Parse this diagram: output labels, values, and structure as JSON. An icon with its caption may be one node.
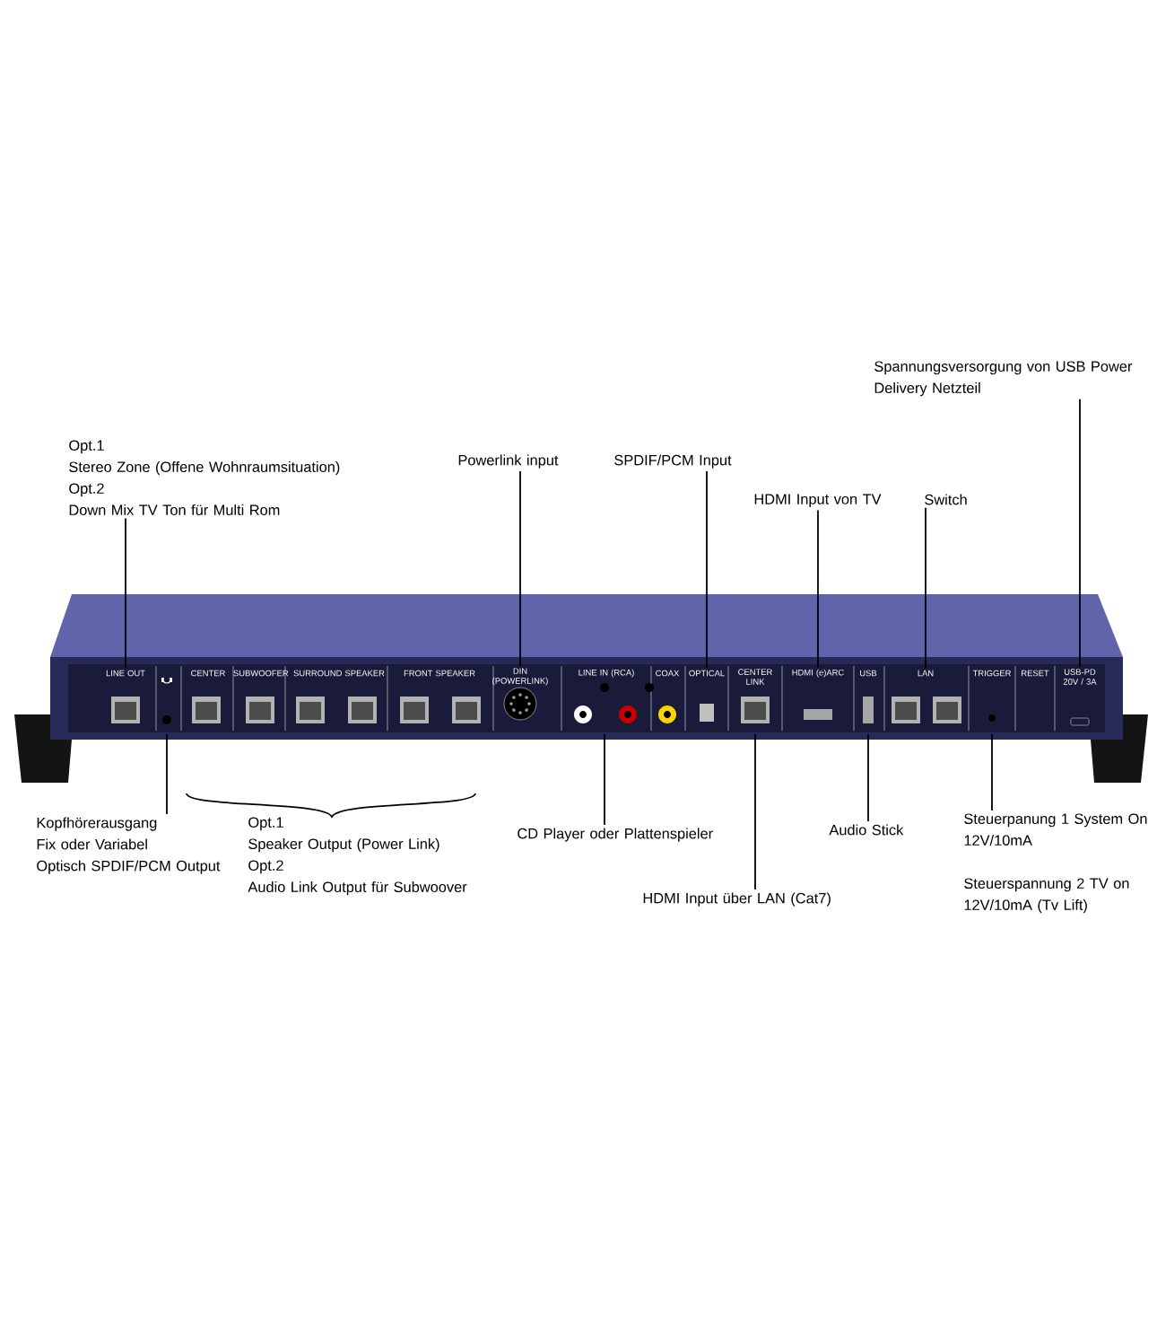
{
  "diagram": {
    "nodes": [
      {
        "text": [
          "Spannungsversorgung von USB Power Delivery Netzteil"
        ]
      },
      {
        "text": [
          "Opt.1",
          "Stereo Zone (Offene Wohnraumsituation)",
          "Opt.2",
          "Down Mix TV Ton für Multi Rom"
        ]
      },
      {
        "text": [
          "Powerlink input"
        ]
      },
      {
        "text": [
          "SPDIF/PCM Input"
        ]
      },
      {
        "text": [
          "HDMI Input von TV"
        ]
      },
      {
        "text": [
          "Switch"
        ]
      },
      {
        "text": [
          "Kopfhörerausgang",
          "Fix oder Variabel",
          "Optisch SPDIF/PCM Output"
        ]
      },
      {
        "text": [
          "Opt.1",
          "Speaker Output (Power Link)",
          "Opt.2",
          "Audio Link Output für Subwoover"
        ]
      },
      {
        "text": [
          "CD Player oder Plattenspieler"
        ]
      },
      {
        "text": [
          "Audio Stick"
        ]
      },
      {
        "text": [
          "Steuerpanung 1 System On 12V/10mA",
          "Steuerspannung 2 TV on 12V/10mA (Tv Lift)"
        ]
      },
      {
        "text": [
          "HDMI Input über LAN (Cat7)"
        ]
      },
      {
        "text": [
          "LINE OUT"
        ]
      },
      {
        "text": [
          "DIN (POWERLINK)"
        ]
      },
      {
        "text": [
          "OPTICAL"
        ]
      },
      {
        "text": [
          "HDMI (e)ARC"
        ]
      },
      {
        "text": [
          "LAN"
        ]
      },
      {
        "text": [
          "USB-PD 20V / 3A"
        ]
      }
    ],
    "edges": [
      {
        "from": 0,
        "to": 17,
        "arrow": "none"
      },
      {
        "from": 1,
        "to": 12,
        "arrow": "none"
      },
      {
        "from": 2,
        "to": 13,
        "arrow": "none"
      },
      {
        "from": 3,
        "to": 14,
        "arrow": "none"
      },
      {
        "from": 4,
        "to": 15,
        "arrow": "none"
      },
      {
        "from": 5,
        "to": 16,
        "arrow": "none"
      },
      {
        "from": 6,
        "to": null,
        "arrow": "none"
      },
      {
        "from": 8,
        "to": null,
        "arrow": "none"
      },
      {
        "from": 9,
        "to": null,
        "arrow": "none"
      },
      {
        "from": 10,
        "to": null,
        "arrow": "none"
      },
      {
        "from": 11,
        "to": null,
        "arrow": "none"
      }
    ],
    "labels": [
      "CENTER",
      "SUBWOOFER",
      "SURROUND SPEAKER",
      "FRONT SPEAKER",
      "LINE IN (RCA)",
      "COAX",
      "CENTER LINK",
      "USB",
      "TRIGGER",
      "RESET"
    ]
  }
}
